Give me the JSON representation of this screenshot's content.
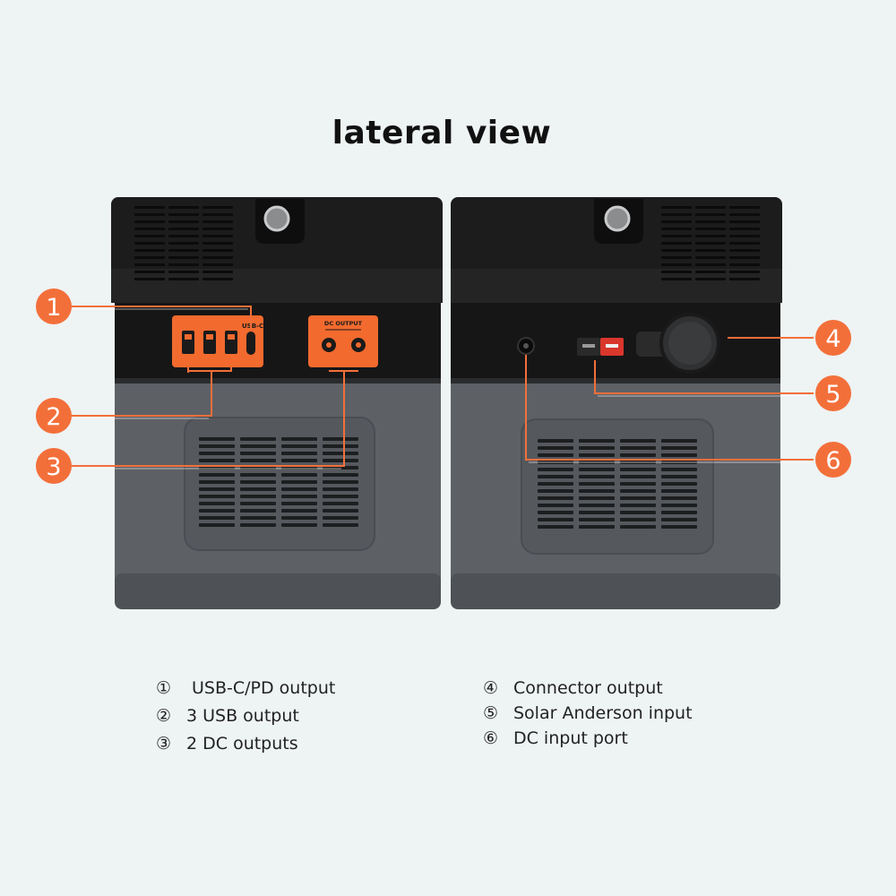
{
  "title": "lateral view",
  "unit_left": {
    "usb_c_label": "USB-C",
    "dc_output_label": "DC  OUTPUT"
  },
  "callouts": [
    {
      "number": "1",
      "side": "left"
    },
    {
      "number": "2",
      "side": "left"
    },
    {
      "number": "3",
      "side": "left"
    },
    {
      "number": "4",
      "side": "right"
    },
    {
      "number": "5",
      "side": "right"
    },
    {
      "number": "6",
      "side": "right"
    }
  ],
  "legend_left": [
    {
      "marker": "①",
      "label": "USB-C/PD output"
    },
    {
      "marker": "②",
      "label": "3 USB output"
    },
    {
      "marker": "③",
      "label": "2 DC outputs"
    }
  ],
  "legend_right": [
    {
      "marker": "④",
      "label": "Connector output"
    },
    {
      "marker": "⑤",
      "label": "Solar Anderson input"
    },
    {
      "marker": "⑥",
      "label": "DC input port"
    }
  ],
  "colors": {
    "accent_orange": "#f26a2e",
    "callout_orange": "#f36f3a",
    "housing_black": "#151515",
    "housing_grey": "#5f6368",
    "background": "#eef3f3"
  }
}
